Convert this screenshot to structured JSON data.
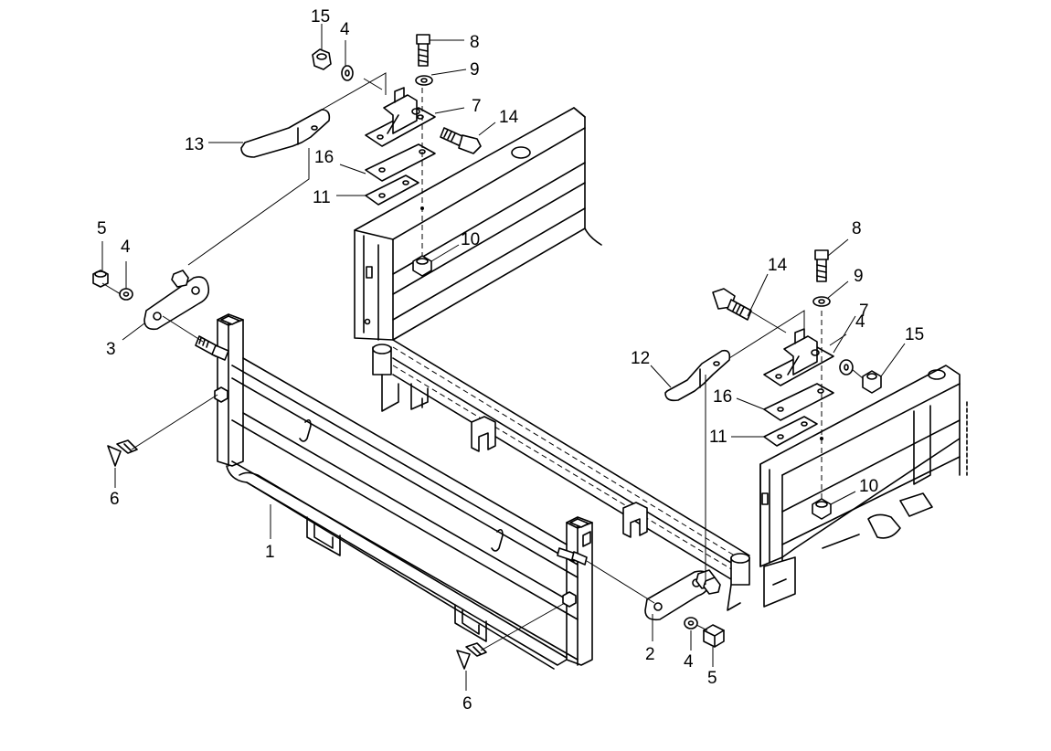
{
  "callouts": [
    {
      "id": "c1",
      "text": "1"
    },
    {
      "id": "c2",
      "text": "2"
    },
    {
      "id": "c3",
      "text": "3"
    },
    {
      "id": "c4a",
      "text": "4"
    },
    {
      "id": "c4b",
      "text": "4"
    },
    {
      "id": "c4c",
      "text": "4"
    },
    {
      "id": "c4d",
      "text": "4"
    },
    {
      "id": "c5a",
      "text": "5"
    },
    {
      "id": "c5b",
      "text": "5"
    },
    {
      "id": "c6a",
      "text": "6"
    },
    {
      "id": "c6b",
      "text": "6"
    },
    {
      "id": "c7a",
      "text": "7"
    },
    {
      "id": "c7b",
      "text": "7"
    },
    {
      "id": "c8a",
      "text": "8"
    },
    {
      "id": "c8b",
      "text": "8"
    },
    {
      "id": "c9a",
      "text": "9"
    },
    {
      "id": "c9b",
      "text": "9"
    },
    {
      "id": "c10a",
      "text": "10"
    },
    {
      "id": "c10b",
      "text": "10"
    },
    {
      "id": "c11a",
      "text": "11"
    },
    {
      "id": "c11b",
      "text": "11"
    },
    {
      "id": "c12",
      "text": "12"
    },
    {
      "id": "c13",
      "text": "13"
    },
    {
      "id": "c14a",
      "text": "14"
    },
    {
      "id": "c14b",
      "text": "14"
    },
    {
      "id": "c15a",
      "text": "15"
    },
    {
      "id": "c15b",
      "text": "15"
    },
    {
      "id": "c16a",
      "text": "16"
    },
    {
      "id": "c16b",
      "text": "16"
    }
  ]
}
